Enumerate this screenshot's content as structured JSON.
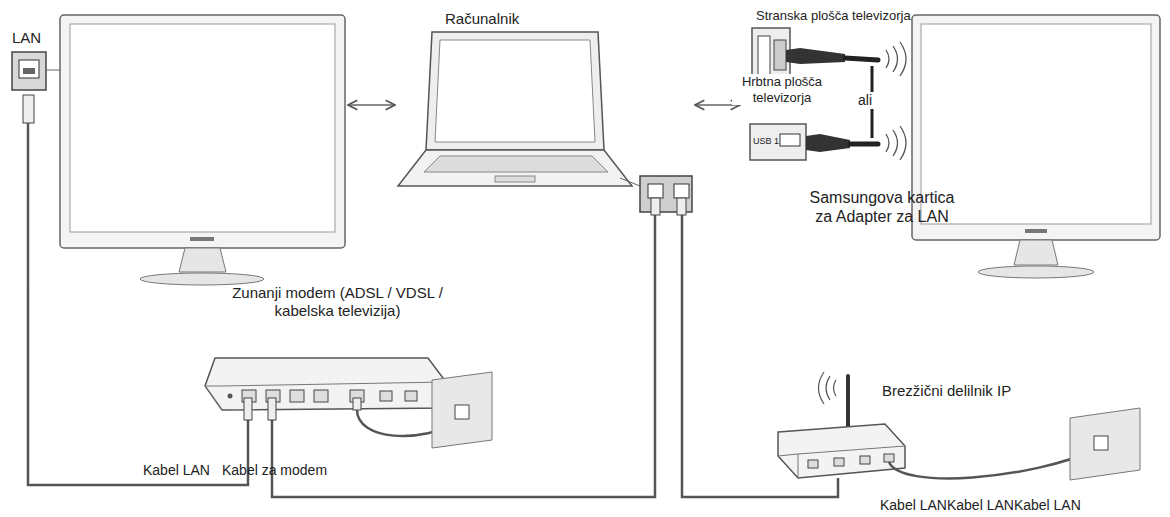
{
  "diagram": {
    "nodes": [
      {
        "text": [
          "Računalnik"
        ]
      },
      {
        "text": [
          "Zunanji modem (ADSL / VDSL / kabelska televizija)"
        ]
      },
      {
        "text": [
          "Brezžični delilnik IP"
        ]
      },
      {
        "text": [
          "LAN"
        ]
      },
      {
        "text": [
          "Samsungova kartica za Adapter za LAN"
        ]
      }
    ],
    "edges": [
      {
        "from": 3,
        "to": 0,
        "arrow": "both"
      },
      {
        "from": 0,
        "to": 4,
        "arrow": "both"
      },
      {
        "from": 3,
        "to": 1,
        "arrow": "none"
      },
      {
        "from": 0,
        "to": 1,
        "arrow": "none"
      },
      {
        "from": 0,
        "to": 2,
        "arrow": "none"
      }
    ],
    "labels": [
      "Stranska plošča televizorja",
      "Hrbtna plošča televizorja",
      "ali",
      "USB 1",
      "Kabel LAN",
      "Kabel za modem",
      "Kabel LAN",
      "Kabel LAN",
      "Kabel LAN"
    ]
  }
}
